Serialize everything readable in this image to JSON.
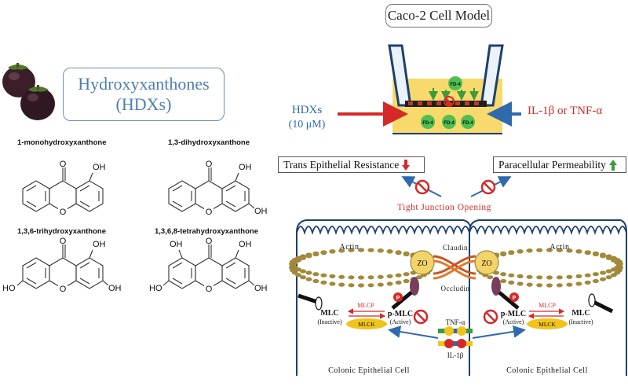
{
  "title": "Caco-2 Cell Model",
  "hdx": {
    "line1": "Hydroxyxanthones",
    "line2": "(HDXs)"
  },
  "molecules": [
    {
      "name": "1-monohydroxyxanthone"
    },
    {
      "name": "1,3-dihydroxyxanthone"
    },
    {
      "name": "1,3,6-trihydroxyxanthone"
    },
    {
      "name": "1,3,6,8-tetrahydroxyxanthone"
    }
  ],
  "chem": {
    "O": "O",
    "OH": "OH",
    "HO": "HO"
  },
  "treatment": {
    "hdx_label": "HDXs",
    "hdx_dose": "(10 μM)",
    "cytokine_label": "IL-1β or TNF-α",
    "fd4": "FD-4"
  },
  "readouts": {
    "ter": "Trans Epithelial Resistance",
    "perm": "Paracellular Permeability"
  },
  "tight_junction": "Tight Junction Opening",
  "cell": {
    "actin": "Actin",
    "zo": "ZO",
    "claudin": "Claudin",
    "occludin": "Occludin",
    "mlcp": "MLCP",
    "mlck": "MLCK",
    "mlc": "MLC",
    "inactive": "(Inactive)",
    "pmlc": "p-MLC",
    "active": "(Active)",
    "p": "P",
    "tnf": "TNF-α",
    "il1b": "IL-1β",
    "cell_name": "Colonic Epithelial Cell"
  },
  "colors": {
    "red": "#d62828",
    "blue": "#2f6aad",
    "green": "#3d9a3d",
    "actin": "#a08a3a",
    "zo": "#f2d46a",
    "mlck": "#f0c419",
    "hdx_text": "#4f7fb0"
  }
}
